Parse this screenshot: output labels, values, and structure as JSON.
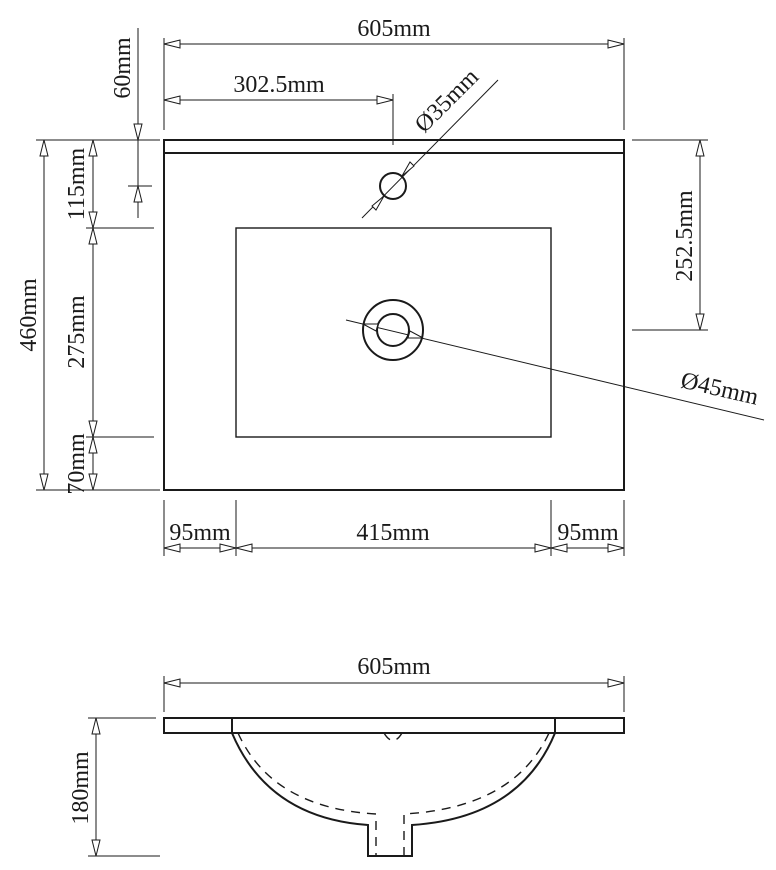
{
  "plan_view": {
    "overall_width": "605mm",
    "tap_hole_offset": "302.5mm",
    "back_upstand": "60mm",
    "tap_hole_diameter": "Ø35mm",
    "overall_depth": "460mm",
    "rear_margin": "115mm",
    "bowl_depth": "275mm",
    "front_margin": "70mm",
    "waste_offset": "252.5mm",
    "waste_diameter": "Ø45mm",
    "left_margin": "95mm",
    "bowl_width": "415mm",
    "right_margin": "95mm"
  },
  "side_view": {
    "overall_width": "605mm",
    "overall_height": "180mm"
  }
}
